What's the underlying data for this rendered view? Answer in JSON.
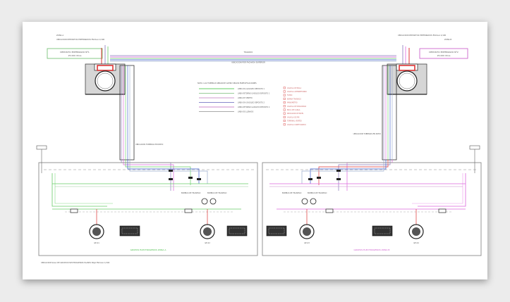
{
  "tank_left": {
    "location_note_line1": "ZONA A",
    "location_note_line2": "UBICACION DEPOSITOS ENTERRADOS ESCALA 1/100",
    "label_line1": "DEPOSITO ENTERRADO Nº1",
    "label_line2": "25.000 litros"
  },
  "tank_right": {
    "location_note_line1": "UBICACION DEPOSITOS ENTERRADOS ESCALA 1/100",
    "location_note_line2": "ZONA B",
    "label_line1": "DEPOSITO ENTERRADO Nº2",
    "label_line2": "25.000 litros"
  },
  "top_route": {
    "upper_label": "TRAZADO",
    "main_label": "UBICACION POR FACHADA SUPERIOR"
  },
  "legend": {
    "title": "NOTA: LAS TUBERIAS SERAN DE ACERO SEGUN ESPECIFICACIONES",
    "line_entries": [
      {
        "label": "LINEA IDA GASOLEO DEPOSITO 1",
        "color": "#66cc66"
      },
      {
        "label": "LINEA RETORNO GASOLEO DEPOSITO 1",
        "color": "#99cc99"
      },
      {
        "label": "LINEA DE VENTEO",
        "color": "#cc99cc"
      },
      {
        "label": "LINEA IDA GASOLEO DEPOSITO 2",
        "color": "#8888cc"
      },
      {
        "label": "LINEA RETORNO GASOLEO DEPOSITO 2",
        "color": "#cc88cc"
      },
      {
        "label": "LINEA DE LLENADO",
        "color": "#aaaaaa"
      }
    ],
    "symbol_entries": [
      "VALVULA DE BOLA",
      "VALVULA ANTIRRETORNO",
      "FILTRO",
      "BOMBA TRASIEGO",
      "MANOMETRO",
      "VALVULA DE SEGURIDAD",
      "BOCA DE CARGA",
      "INDICADOR DE NIVEL",
      "VALVULA DE PIE",
      "TERMINAL VENTEO",
      "VALVULA CORTE RAPIDO"
    ]
  },
  "shaft_left_label": "UBICACION TUBERIAS EN PATIO",
  "shaft_right_label": "UBICACION TUBERIAS EN PATIO",
  "room_left": {
    "pump_label_1": "BOMBAS DE TRASIEGO",
    "pump_label_2": "BOMBAS DE TRASIEGO",
    "genset_label_1": "GE-01",
    "genset_label_2": "GE-02",
    "title": "GRUPOS ELECTROGENOS ZONA A"
  },
  "room_right": {
    "pump_label_1": "BOMBAS DE TRASIEGO",
    "pump_label_2": "BOMBAS DE TRASIEGO",
    "genset_label_1": "GE-03",
    "genset_label_2": "GE-04",
    "title": "GRUPOS ELECTROGENOS ZONA B"
  },
  "footer_note": "UBICACION SALA DE GRUPOS ELECTROGENOS PLANTA BAJA ESCALA 1/100",
  "colors": {
    "green_line": "#66cc66",
    "magenta_line": "#dd66dd",
    "purple_line": "#8877bb",
    "blue_line": "#3355cc",
    "red_line": "#dd3333",
    "room_border": "#8a8a8a"
  }
}
